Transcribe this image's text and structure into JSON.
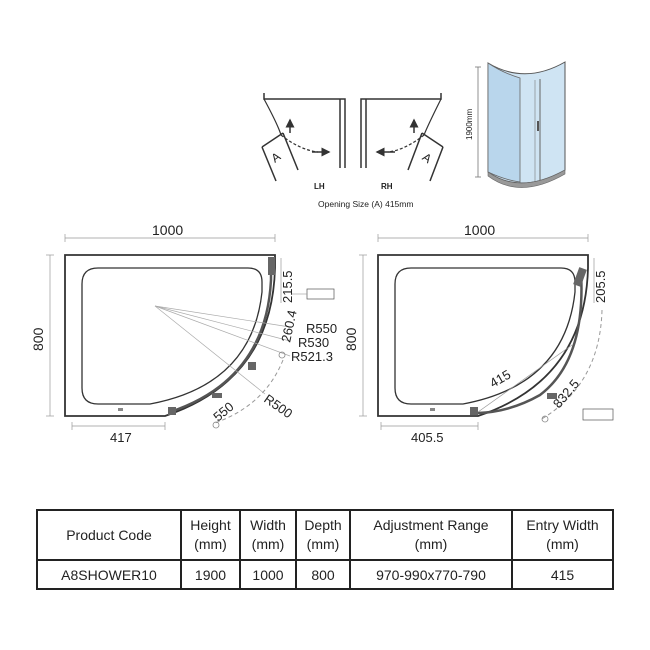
{
  "opening": {
    "lh_label": "LH",
    "rh_label": "RH",
    "door_label": "A",
    "caption": "Opening Size (A) 415mm"
  },
  "enclosure": {
    "height_label": "1900mm"
  },
  "left_plan": {
    "width": "1000",
    "depth": "800",
    "dims": [
      "215.5",
      "260.4",
      "R550",
      "R530",
      "R521.3",
      "R500",
      "550",
      "417"
    ]
  },
  "right_plan": {
    "width": "1000",
    "depth": "800",
    "dims": [
      "205.5",
      "415",
      "832.5",
      "405.5"
    ]
  },
  "table": {
    "headers": [
      {
        "line1": "Product Code",
        "line2": ""
      },
      {
        "line1": "Height",
        "line2": "(mm)"
      },
      {
        "line1": "Width",
        "line2": "(mm)"
      },
      {
        "line1": "Depth",
        "line2": "(mm)"
      },
      {
        "line1": "Adjustment Range",
        "line2": "(mm)"
      },
      {
        "line1": "Entry Width",
        "line2": "(mm)"
      }
    ],
    "values": [
      "A8SHOWER10",
      "1900",
      "1000",
      "800",
      "970-990x770-790",
      "415"
    ]
  }
}
